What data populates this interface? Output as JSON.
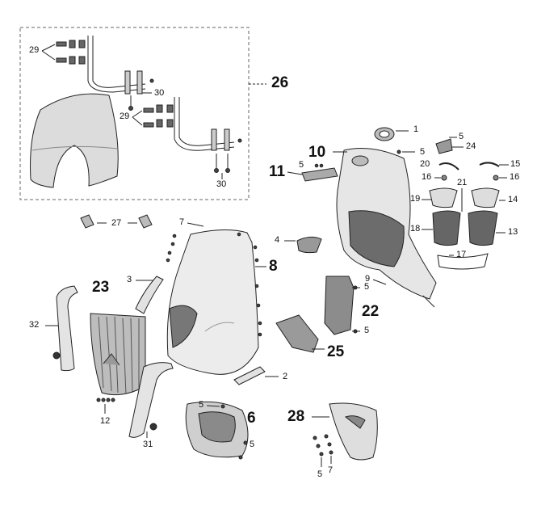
{
  "callouts": {
    "c1": "1",
    "c2": "2",
    "c3": "3",
    "c4": "4",
    "c5_top": "5",
    "c5_mid": "5",
    "c5_body": "5",
    "c5_22a": "5",
    "c5_22b": "5",
    "c5_6a": "5",
    "c5_6b": "5",
    "c5_28": "5",
    "c6": "6",
    "c7_top": "7",
    "c7_28": "7",
    "c8": "8",
    "c9": "9",
    "c10": "10",
    "c11": "11",
    "c12": "12",
    "c13": "13",
    "c14": "14",
    "c15": "15",
    "c16a": "16",
    "c16b": "16",
    "c17": "17",
    "c18": "18",
    "c19": "19",
    "c20": "20",
    "c21": "21",
    "c22": "22",
    "c23": "23",
    "c24": "24",
    "c25": "25",
    "c26": "26",
    "c27": "27",
    "c28": "28",
    "c29a": "29",
    "c29b": "29",
    "c30a": "30",
    "c30b": "30",
    "c31": "31",
    "c32": "32"
  },
  "colors": {
    "line": "#222222",
    "part_fill": "#d8d8d8",
    "dark_fill": "#555555",
    "dash_box": "#666666"
  }
}
